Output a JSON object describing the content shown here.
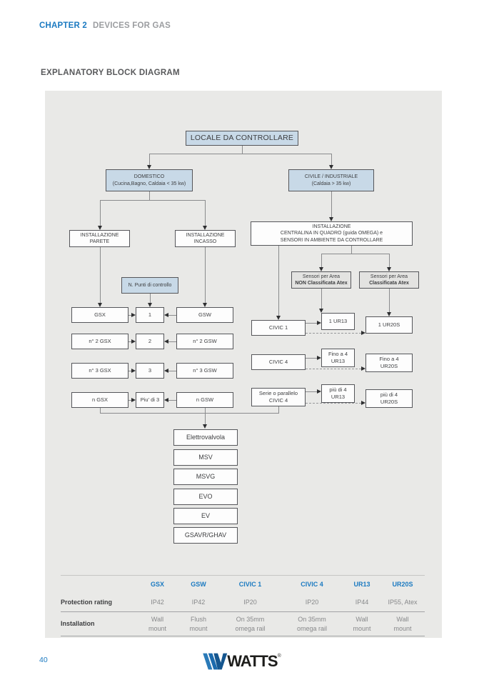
{
  "page": {
    "chapter_label": "CHAPTER 2",
    "chapter_title": "DEVICES FOR GAS",
    "section_title": "EXPLANATORY BLOCK DIAGRAM",
    "page_number": "40",
    "logo_text": "WATTS",
    "logo_reg": "®"
  },
  "colors": {
    "accent_blue": "#1b7ac1",
    "box_blue": "#c8d9e7",
    "panel_gray": "#e9e9e7",
    "border_dark": "#55565a"
  },
  "diagram": {
    "root": "LOCALE DA CONTROLLARE",
    "domestico": "DOMESTICO\n(Cucina,Bagno, Caldaia < 35 kw)",
    "civile": "CIVILE / INDUSTRIALE\n(Caldaia > 35 kw)",
    "inst_parete": "INSTALLAZIONE\nPARETE",
    "inst_incasso": "INSTALLAZIONE\nINCASSO",
    "inst_centralina": "INSTALLAZIONE\nCENTRALINA IN QUADRO (guida OMEGA) e\nSENSORI IN AMBIENTE DA CONTROLLARE",
    "punti_controllo": "N. Punti di controllo",
    "sensori_non_line1": "Sensori per Area",
    "sensori_non_line2": "NON Classificata Atex",
    "sensori_atex_line1": "Sensori per Area",
    "sensori_atex_line2": "Classificata Atex",
    "grid_rows": [
      {
        "gsx": "GSX",
        "num": "1",
        "gsw": "GSW"
      },
      {
        "gsx": "n° 2 GSX",
        "num": "2",
        "gsw": "n° 2 GSW"
      },
      {
        "gsx": "n° 3 GSX",
        "num": "3",
        "gsw": "n° 3 GSW"
      },
      {
        "gsx": "n GSX",
        "num": "Piu' di 3",
        "gsw": "n GSW"
      }
    ],
    "civic_rows": [
      {
        "left": "CIVIC 1",
        "ur13": "1 UR13",
        "ur20s": "1 UR20S"
      },
      {
        "left": "CIVIC 4",
        "ur13": "Fino a 4\nUR13",
        "ur20s": "Fino a 4\nUR20S"
      },
      {
        "left": "Serie o parallelo\nCIVIC 4",
        "ur13": "più di 4\nUR13",
        "ur20s": "più di 4\nUR20S"
      }
    ],
    "valve_chain": [
      "Elettrovalvola",
      "MSV",
      "MSVG",
      "EVO",
      "EV",
      "GSAVR/GHAV"
    ]
  },
  "table": {
    "columns": [
      "GSX",
      "GSW",
      "CIVIC 1",
      "CIVIC 4",
      "UR13",
      "UR20S"
    ],
    "rows": [
      {
        "label": "Protection rating",
        "values": [
          "IP42",
          "IP42",
          "IP20",
          "IP20",
          "IP44",
          "IP55, Atex"
        ]
      },
      {
        "label": "Installation",
        "values": [
          "Wall\nmount",
          "Flush\nmount",
          "On 35mm\nomega rail",
          "On 35mm\nomega rail",
          "Wall\nmount",
          "Wall\nmount"
        ]
      }
    ]
  }
}
